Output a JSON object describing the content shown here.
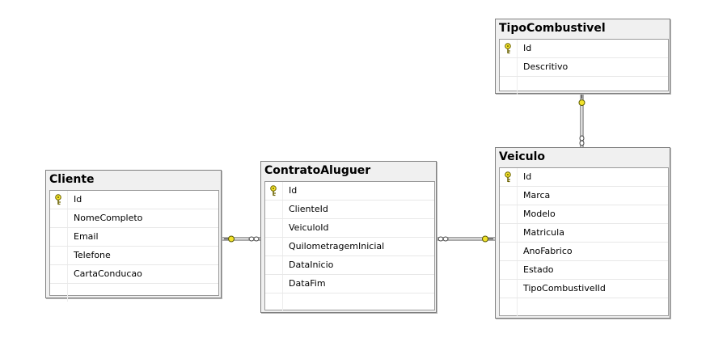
{
  "tables": {
    "tipo_combustivel": {
      "title": "TipoCombustivel",
      "columns": [
        "Id",
        "Descritivo"
      ],
      "key_icon": "key-icon"
    },
    "veiculo": {
      "title": "Veiculo",
      "columns": [
        "Id",
        "Marca",
        "Modelo",
        "Matricula",
        "AnoFabrico",
        "Estado",
        "TipoCombustivelId"
      ],
      "key_icon": "key-icon"
    },
    "cliente": {
      "title": "Cliente",
      "columns": [
        "Id",
        "NomeCompleto",
        "Email",
        "Telefone",
        "CartaConducao"
      ],
      "key_icon": "key-icon"
    },
    "contrato_aluguer": {
      "title": "ContratoAluguer",
      "columns": [
        "Id",
        "ClienteId",
        "VeiculoId",
        "QuilometragemInicial",
        "DataInicio",
        "DataFim"
      ],
      "key_icon": "key-icon"
    }
  },
  "relationships": [
    {
      "from": "Cliente",
      "to": "ContratoAluguer",
      "one_end": "key",
      "many_end": "infinity"
    },
    {
      "from": "Veiculo",
      "to": "ContratoAluguer",
      "one_end": "key",
      "many_end": "infinity"
    },
    {
      "from": "TipoCombustivel",
      "to": "Veiculo",
      "one_end": "key",
      "many_end": "infinity"
    }
  ],
  "colors": {
    "key": "#f2e22a",
    "line": "#555555",
    "border": "#7f7f7f",
    "background": "#f0f0f0"
  }
}
